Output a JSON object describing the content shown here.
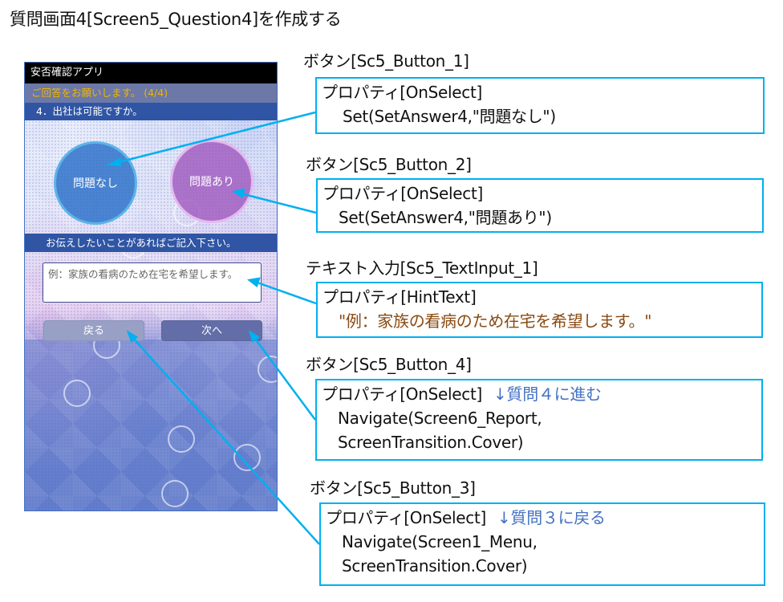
{
  "page_title": "質問画面4[Screen5_Question4]を作成する",
  "phone": {
    "app_title": "安否確認アプリ",
    "status_text": "ご回答をお願いします。 (4/4)",
    "question_text": "4．出社は可能ですか。",
    "button_no_problem": "問題なし",
    "button_problem": "問題あり",
    "memo_prompt": "お伝えしたいことがあればご記入下さい。",
    "text_input_placeholder": "例：家族の看病のため在宅を希望します。",
    "button_back": "戻る",
    "button_next": "次へ"
  },
  "annotations": [
    {
      "label": "ボタン[Sc5_Button_1]",
      "property": "プロパティ[OnSelect]",
      "lines": [
        "Set(SetAnswer4,\"問題なし\")"
      ]
    },
    {
      "label": "ボタン[Sc5_Button_2]",
      "property": "プロパティ[OnSelect]",
      "lines": [
        "Set(SetAnswer4,\"問題あり\")"
      ]
    },
    {
      "label": "テキスト入力[Sc5_TextInput_1]",
      "property": "プロパティ[HintText]",
      "lines": [
        "\"例：家族の看病のため在宅を希望します。\""
      ]
    },
    {
      "label": "ボタン[Sc5_Button_4]",
      "property": "プロパティ[OnSelect]",
      "note": "↓質問４に進む",
      "lines": [
        "Navigate(Screen6_Report,",
        "ScreenTransition.Cover)"
      ]
    },
    {
      "label": "ボタン[Sc5_Button_3]",
      "property": "プロパティ[OnSelect]",
      "note": "↓質問３に戻る",
      "lines": [
        "Navigate(Screen1_Menu,",
        "ScreenTransition.Cover)"
      ]
    }
  ],
  "colors": {
    "callout_border": "#00b0f0",
    "hint_text": "#8a4a12",
    "note_text": "#4472c4",
    "status_text": "#f0b400",
    "bar_blue": "#2f55a4"
  }
}
